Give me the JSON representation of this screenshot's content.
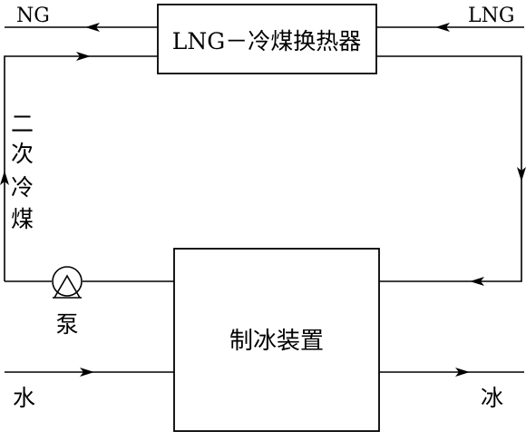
{
  "diagram": {
    "heat_exchanger_label": "LNG－冷煤换热器",
    "ice_maker_label": "制冰装置",
    "ng_label": "NG",
    "lng_label": "LNG",
    "secondary_coolant_chars": [
      "二",
      "次",
      "冷",
      "煤"
    ],
    "pump_label": "泵",
    "water_label": "水",
    "ice_label": "冰"
  },
  "colors": {
    "stroke": "#000000",
    "background": "#ffffff"
  }
}
